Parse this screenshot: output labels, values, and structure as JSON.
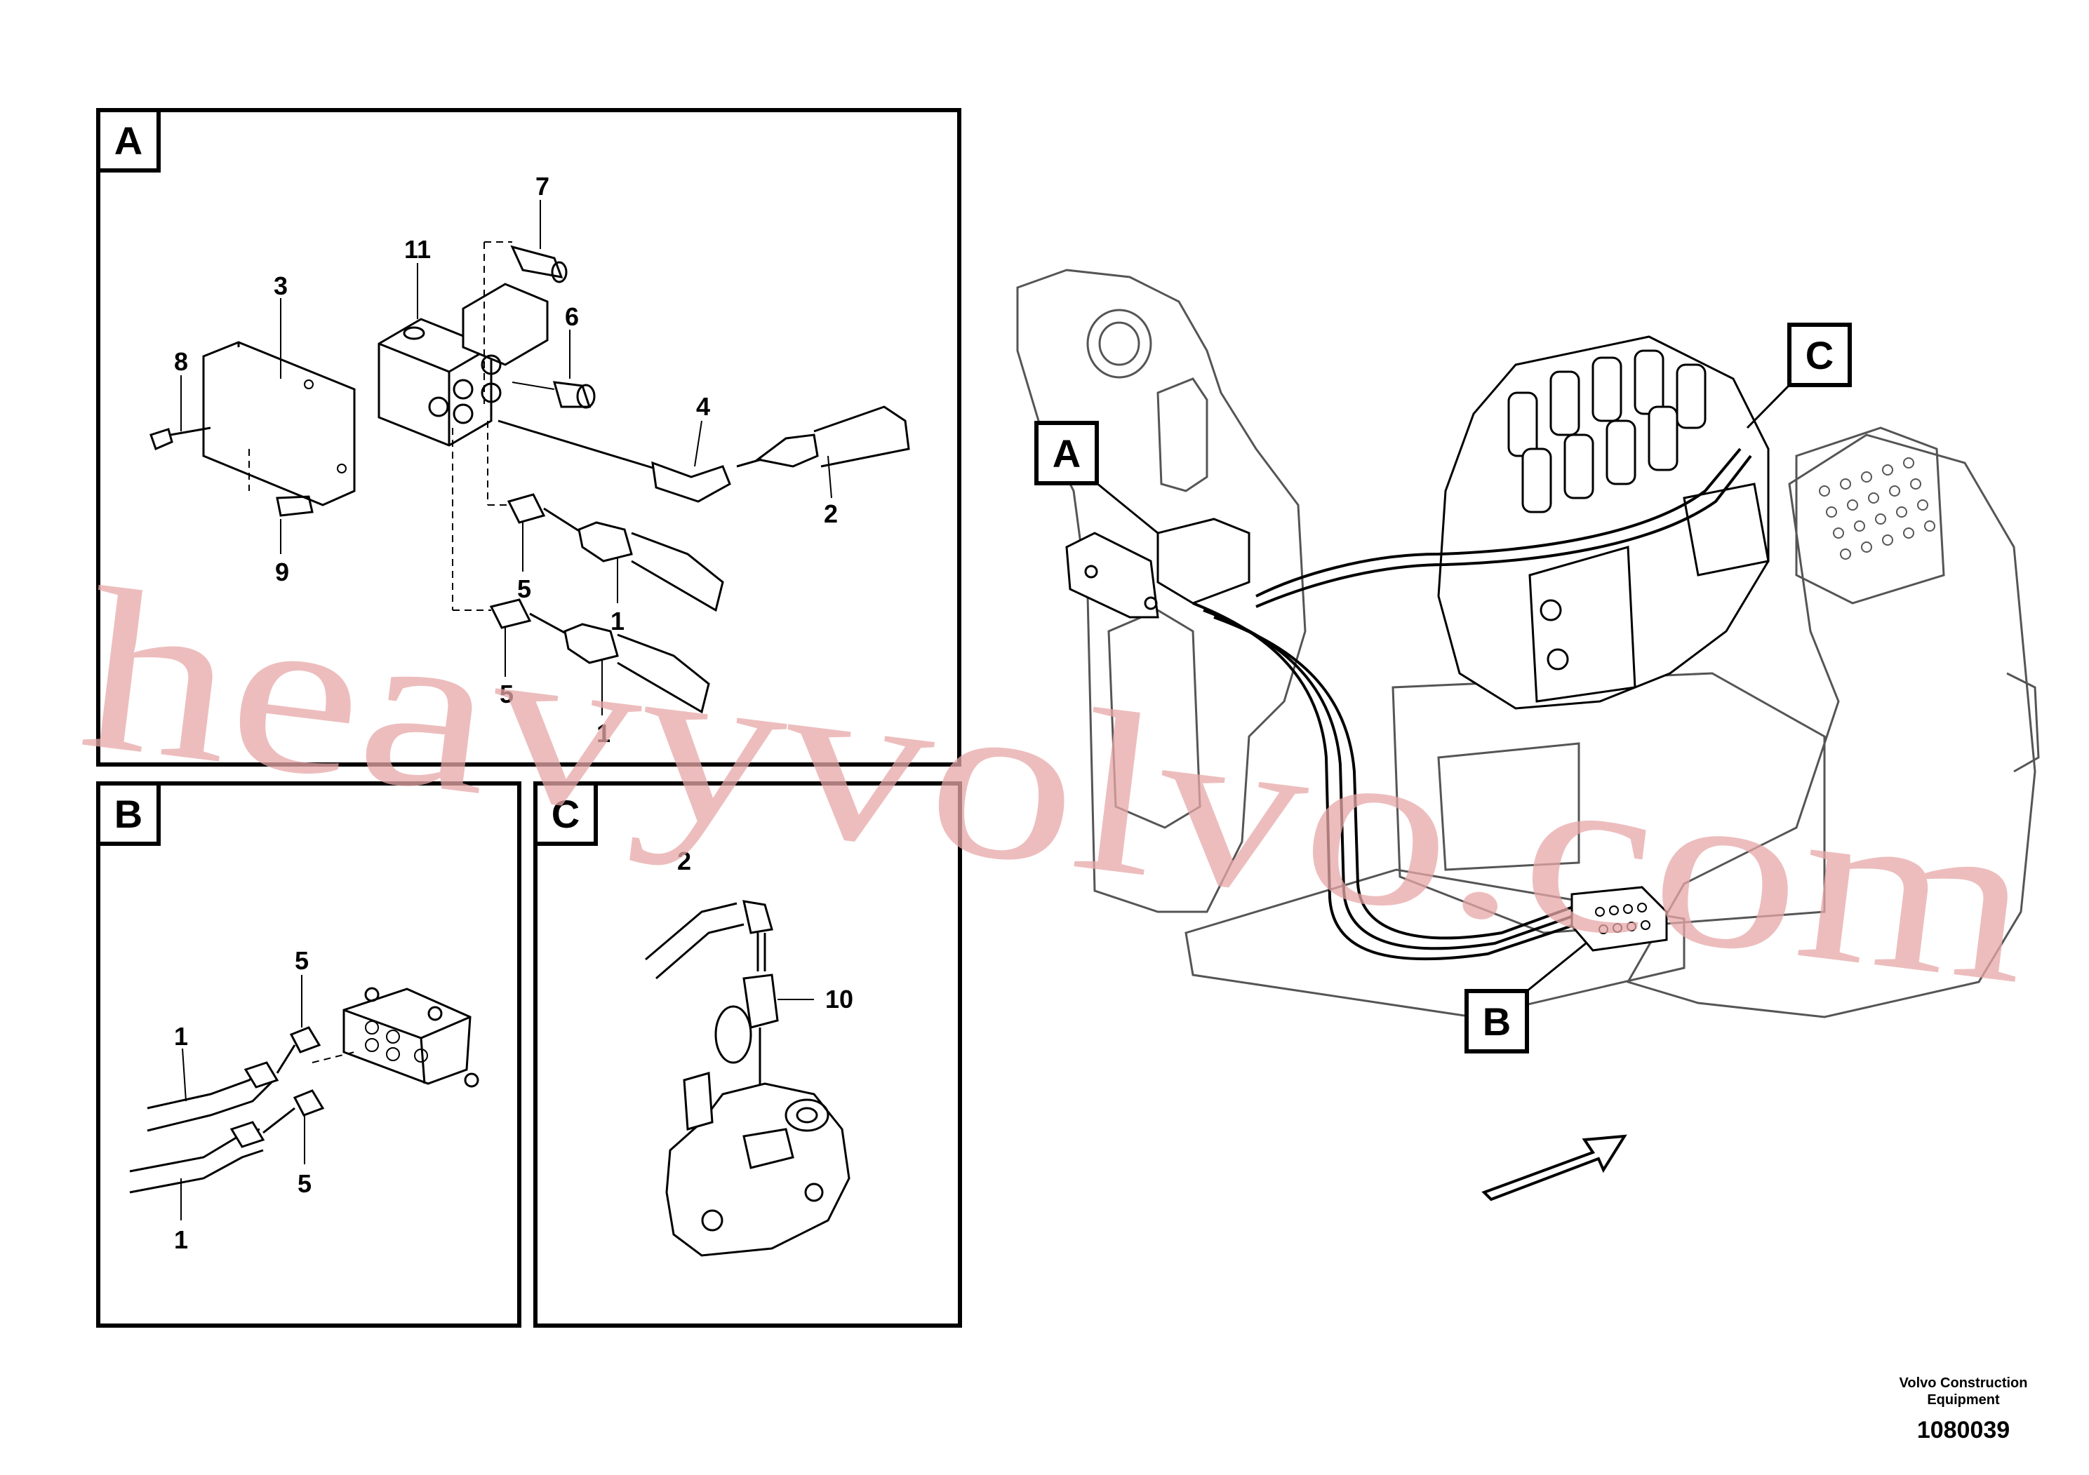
{
  "panels": {
    "a": {
      "letter": "A"
    },
    "b": {
      "letter": "B"
    },
    "c": {
      "letter": "C"
    }
  },
  "callouts": {
    "a": {
      "letter": "A"
    },
    "b": {
      "letter": "B"
    },
    "c": {
      "letter": "C"
    }
  },
  "part_numbers": {
    "p1a": "1",
    "p1b": "1",
    "p1c": "1",
    "p1d": "1",
    "p2": "2",
    "p2c": "2",
    "p3": "3",
    "p4": "4",
    "p5a": "5",
    "p5b": "5",
    "p5c": "5",
    "p5d": "5",
    "p6": "6",
    "p7": "7",
    "p8": "8",
    "p9": "9",
    "p10": "10",
    "p11": "11"
  },
  "footer": {
    "company_line1": "Volvo Construction",
    "company_line2": "Equipment",
    "doc_number": "1080039"
  },
  "watermark": "heavyvolvo.com"
}
